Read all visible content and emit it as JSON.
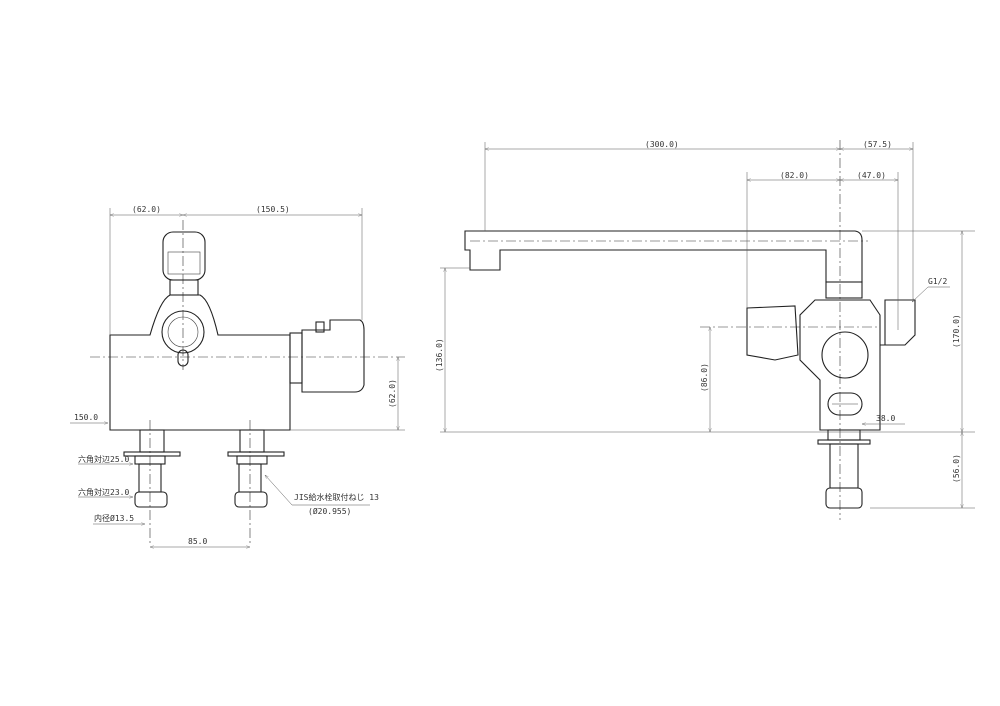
{
  "front_view": {
    "dim_top_left": "(62.0)",
    "dim_top_right": "(150.5)",
    "dim_height_left": "150.0",
    "dim_height_right": "(62.0)",
    "hex_25": "六角対辺25.0",
    "hex_23": "六角対辺23.0",
    "inner_dia": "内径Ø13.5",
    "pipe_pitch": "85.0",
    "thread_note": "JIS給水栓取付ねじ 13",
    "thread_dia": "(Ø20.955)"
  },
  "side_view": {
    "dim_spout": "(300.0)",
    "dim_57": "(57.5)",
    "dim_82": "(82.0)",
    "dim_47": "(47.0)",
    "outlet": "G1/2",
    "dim_136": "(136.0)",
    "dim_86": "(86.0)",
    "dim_38": "38.0",
    "dim_170": "(170.0)",
    "dim_56": "(56.0)"
  }
}
